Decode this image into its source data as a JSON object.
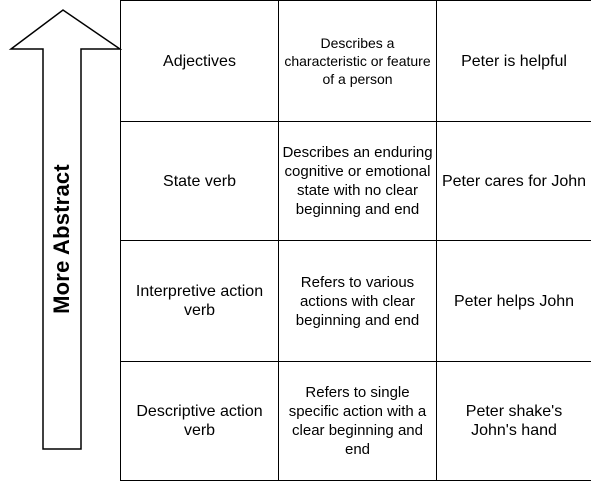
{
  "axis": {
    "label": "More Abstract"
  },
  "rows": [
    {
      "term": "Adjectives",
      "description": "Describes a characteristic or feature of a person",
      "example": "Peter is helpful"
    },
    {
      "term": "State verb",
      "description": "Describes an enduring cognitive or emotional state with no clear beginning and end",
      "example": "Peter cares for John"
    },
    {
      "term": "Interpretive action verb",
      "description": "Refers to various actions with clear beginning and end",
      "example": "Peter helps John"
    },
    {
      "term": "Descriptive action verb",
      "description": "Refers to single specific action with a clear beginning and end",
      "example": "Peter shake's John's hand"
    }
  ]
}
